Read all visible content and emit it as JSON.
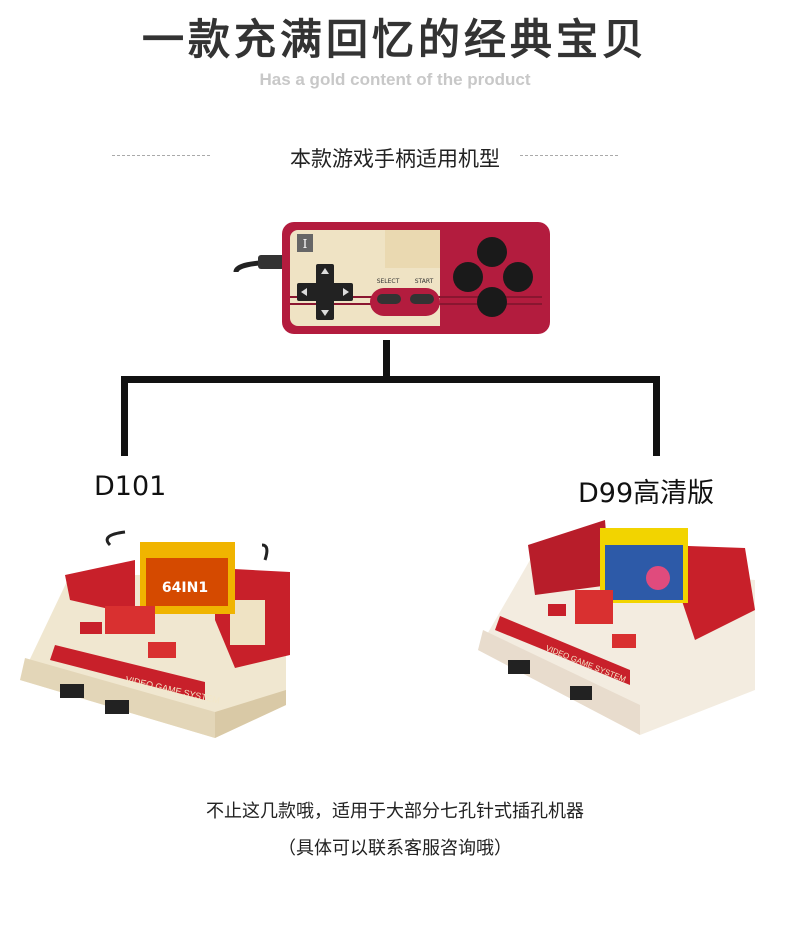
{
  "header": {
    "title": "一款充满回忆的经典宝贝",
    "subtitle": "Has a gold content of the product"
  },
  "section": {
    "heading": "本款游戏手柄适用机型"
  },
  "controller": {
    "port_label": "I",
    "select_label": "SELECT",
    "start_label": "START"
  },
  "models": [
    {
      "label": "D101",
      "console_text": "VIDEO GAME SYSTEM",
      "cartridge_text": "64IN1"
    },
    {
      "label": "D99高清版",
      "console_text": "VIDEO GAME SYSTEM"
    }
  ],
  "footer": {
    "note": "不止这几款哦，适用于大部分七孔针式插孔机器",
    "note_sub": "（具体可以联系客服咨询哦）"
  },
  "colors": {
    "console_red": "#c8202a",
    "console_cream": "#efe6cf",
    "controller_red": "#b31c3e"
  }
}
